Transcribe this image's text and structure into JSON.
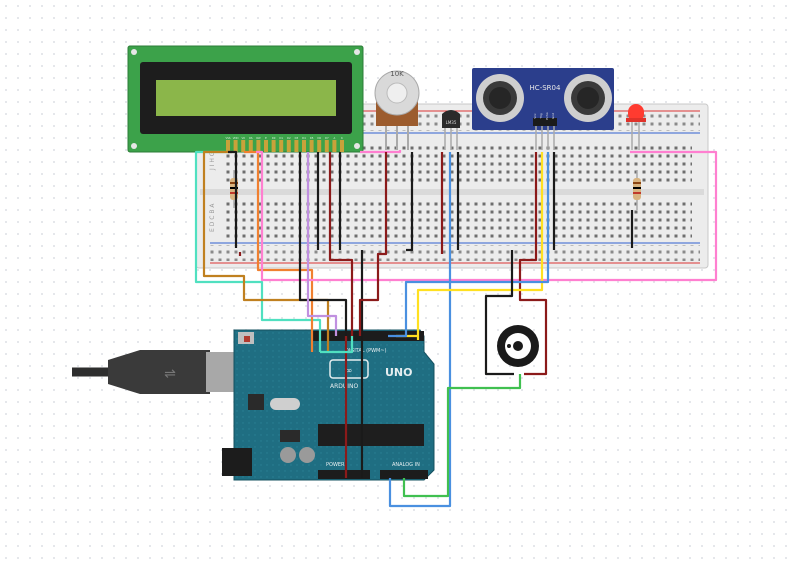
{
  "lcd": {
    "pin_labels": [
      "VSS",
      "VDD",
      "V0",
      "RS",
      "RW",
      "E",
      "D0",
      "D1",
      "D2",
      "D3",
      "D4",
      "D5",
      "D6",
      "D7",
      "A",
      "K"
    ]
  },
  "potentiometer": {
    "label": "10K"
  },
  "sensor": {
    "label": "HC-SR04",
    "pins": [
      "Vcc",
      "Trig",
      "Echo",
      "Gnd"
    ]
  },
  "temp_sensor": {
    "label": "LM35"
  },
  "arduino": {
    "brand": "ARDUINO",
    "model": "UNO",
    "digital_label": "DIGITAL (PWM~)",
    "analog_label": "ANALOG IN",
    "power_label": "POWER"
  },
  "breadboard": {
    "row_letters_top": "J I H G F",
    "row_letters_bottom": "E D C B A"
  },
  "colors": {
    "lcd_screen": "#8bb64a",
    "lcd_pcb": "#3ca24a",
    "arduino_board": "#1f6e82",
    "sensor_board": "#2b3e8c",
    "led": "#ff3b30"
  }
}
